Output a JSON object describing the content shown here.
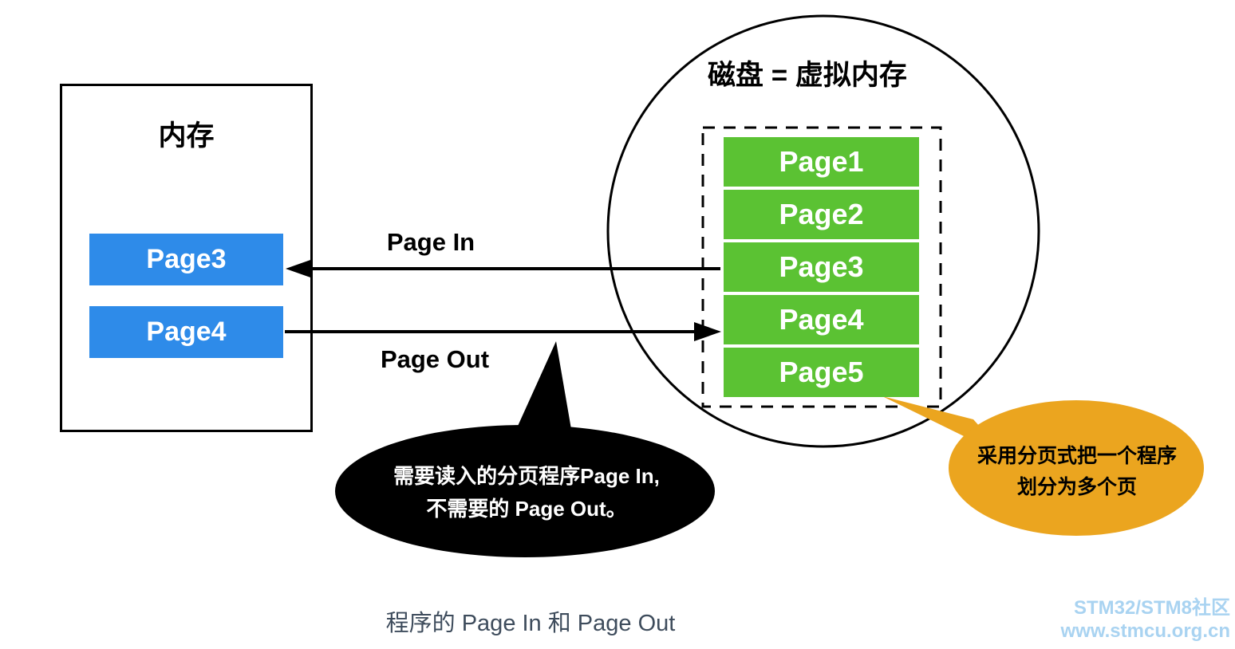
{
  "colors": {
    "memory_page_blue": "#2E8BE9",
    "disk_page_green": "#5BC233",
    "callout_black": "#000000",
    "callout_orange": "#EBA51F",
    "caption_text": "#3E4C5C",
    "watermark_blue": "#A9D3F1",
    "line_black": "#000000"
  },
  "memory": {
    "title": "内存",
    "pages": [
      {
        "label": "Page3"
      },
      {
        "label": "Page4"
      }
    ]
  },
  "disk": {
    "title": "磁盘 = 虚拟内存",
    "pages": [
      {
        "label": "Page1"
      },
      {
        "label": "Page2"
      },
      {
        "label": "Page3"
      },
      {
        "label": "Page4"
      },
      {
        "label": "Page5"
      }
    ]
  },
  "arrows": {
    "page_in": "Page In",
    "page_out": "Page Out"
  },
  "callouts": {
    "black_bubble": {
      "line1": "需要读入的分页程序Page In,",
      "line2": "不需要的 Page Out。"
    },
    "orange_bubble": {
      "line1": "采用分页式把一个程序",
      "line2": "划分为多个页"
    }
  },
  "caption": "程序的 Page In 和 Page Out",
  "watermark": {
    "line1": "STM32/STM8社区",
    "line2": "www.stmcu.org.cn"
  }
}
